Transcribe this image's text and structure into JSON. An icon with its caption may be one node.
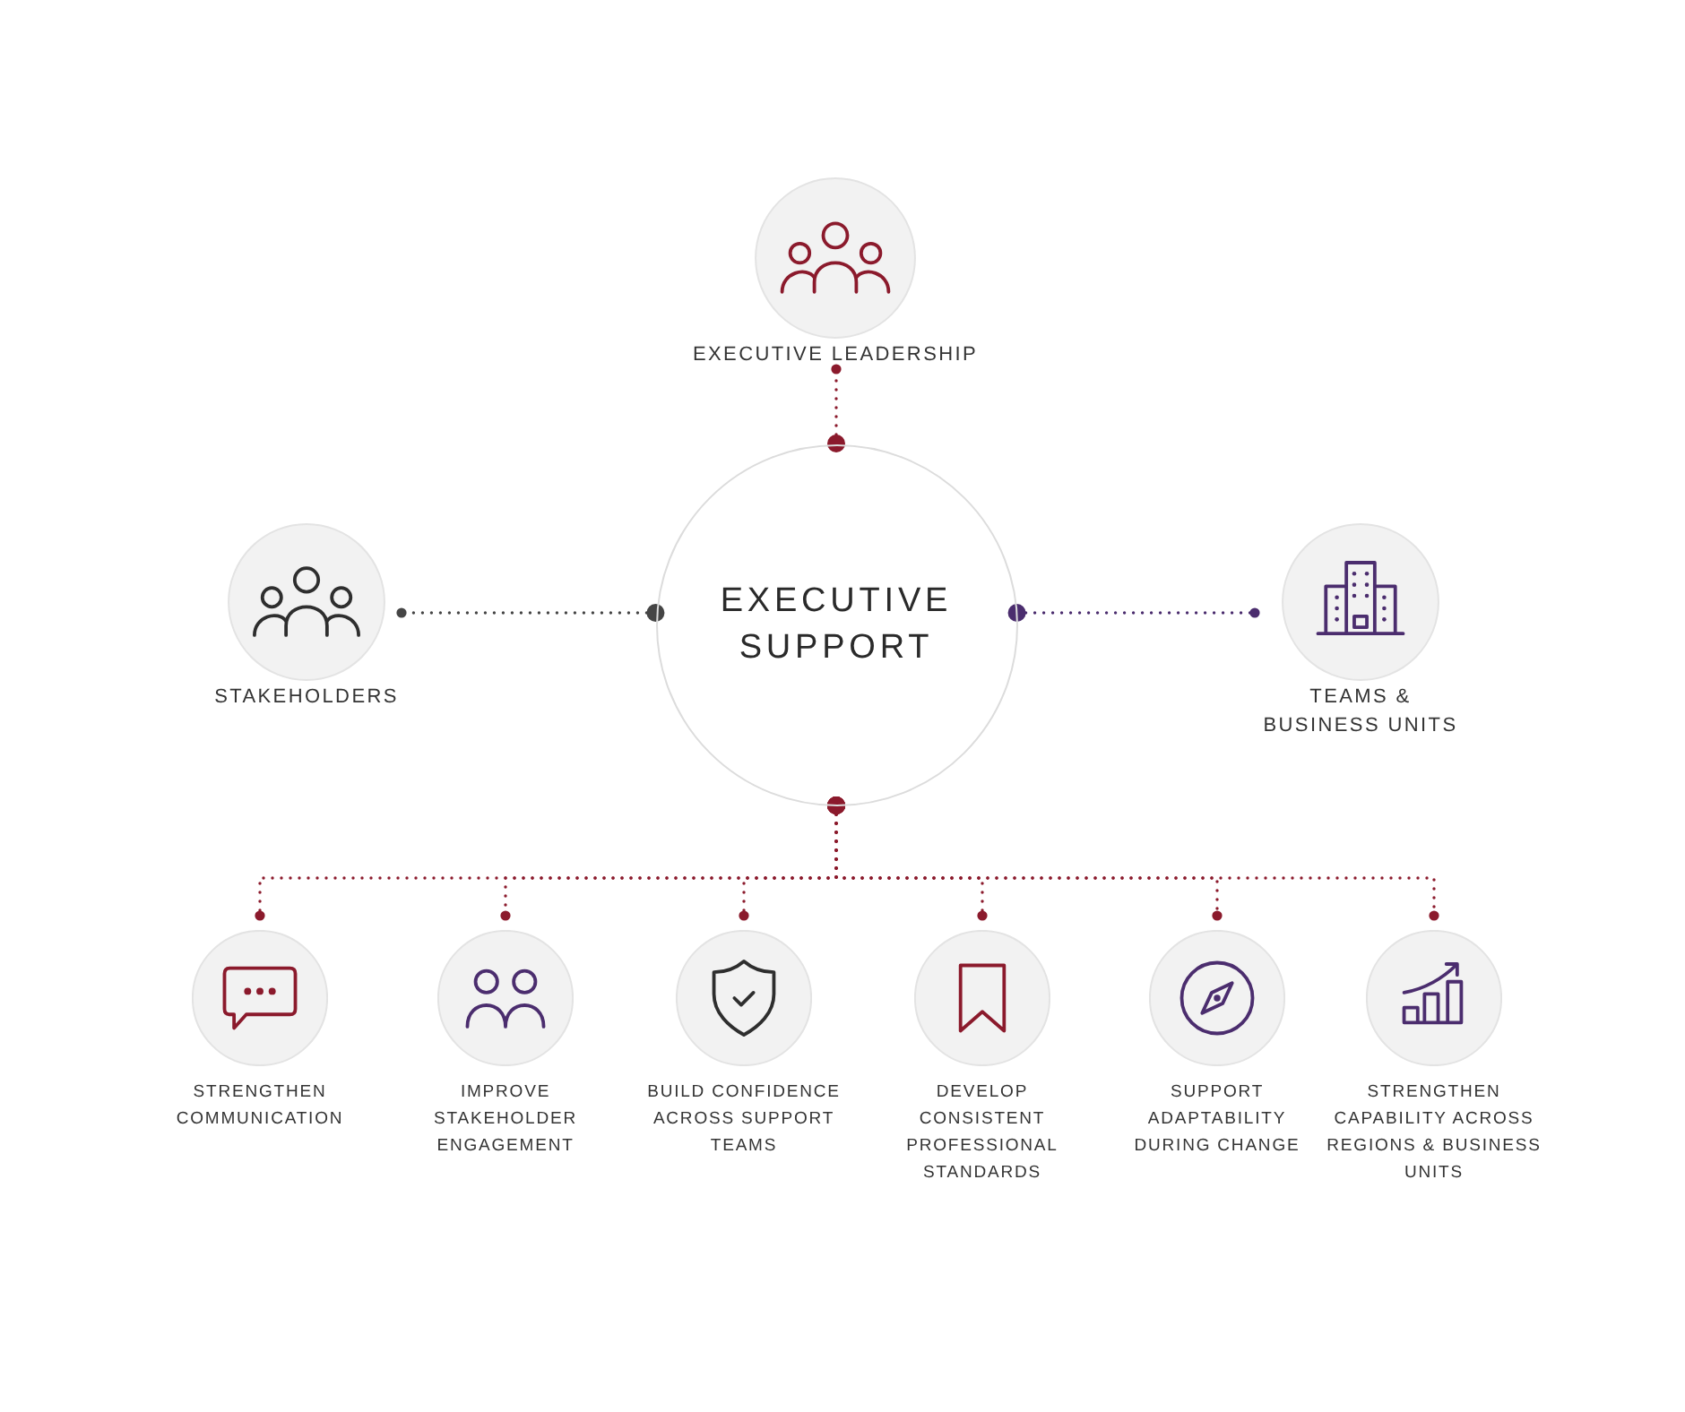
{
  "diagram": {
    "nodes": [
      {
        "text": [
          "EXECUTIVE LEADERSHIP"
        ]
      },
      {
        "text": [
          "STAKEHOLDERS"
        ]
      },
      {
        "text": [
          "EXECUTIVE SUPPORT"
        ]
      },
      {
        "text": [
          "TEAMS & BUSINESS UNITS"
        ]
      },
      {
        "text": [
          "STRENGTHEN COMMUNICATION"
        ]
      },
      {
        "text": [
          "IMPROVE STAKEHOLDER ENGAGEMENT"
        ]
      },
      {
        "text": [
          "BUILD CONFIDENCE ACROSS SUPPORT TEAMS"
        ]
      },
      {
        "text": [
          "DEVELOP CONSISTENT PROFESSIONAL STANDARDS"
        ]
      },
      {
        "text": [
          "SUPPORT ADAPTABILITY DURING CHANGE"
        ]
      },
      {
        "text": [
          "STRENGTHEN CAPABILITY ACROSS REGIONS & BUSINESS UNITS"
        ]
      }
    ],
    "edges": [
      {
        "from": 2,
        "to": 0,
        "arrow": "other"
      },
      {
        "from": 2,
        "to": 1,
        "arrow": "other",
        "color": "#454545"
      },
      {
        "from": 2,
        "to": 3,
        "arrow": "other",
        "color": "#4b2d6e"
      },
      {
        "from": 2,
        "to": 4,
        "arrow": "other"
      },
      {
        "from": 2,
        "to": 5,
        "arrow": "other"
      },
      {
        "from": 2,
        "to": 6,
        "arrow": "other"
      },
      {
        "from": 2,
        "to": 7,
        "arrow": "other"
      },
      {
        "from": 2,
        "to": 8,
        "arrow": "other"
      },
      {
        "from": 2,
        "to": 9,
        "arrow": "other"
      }
    ]
  }
}
